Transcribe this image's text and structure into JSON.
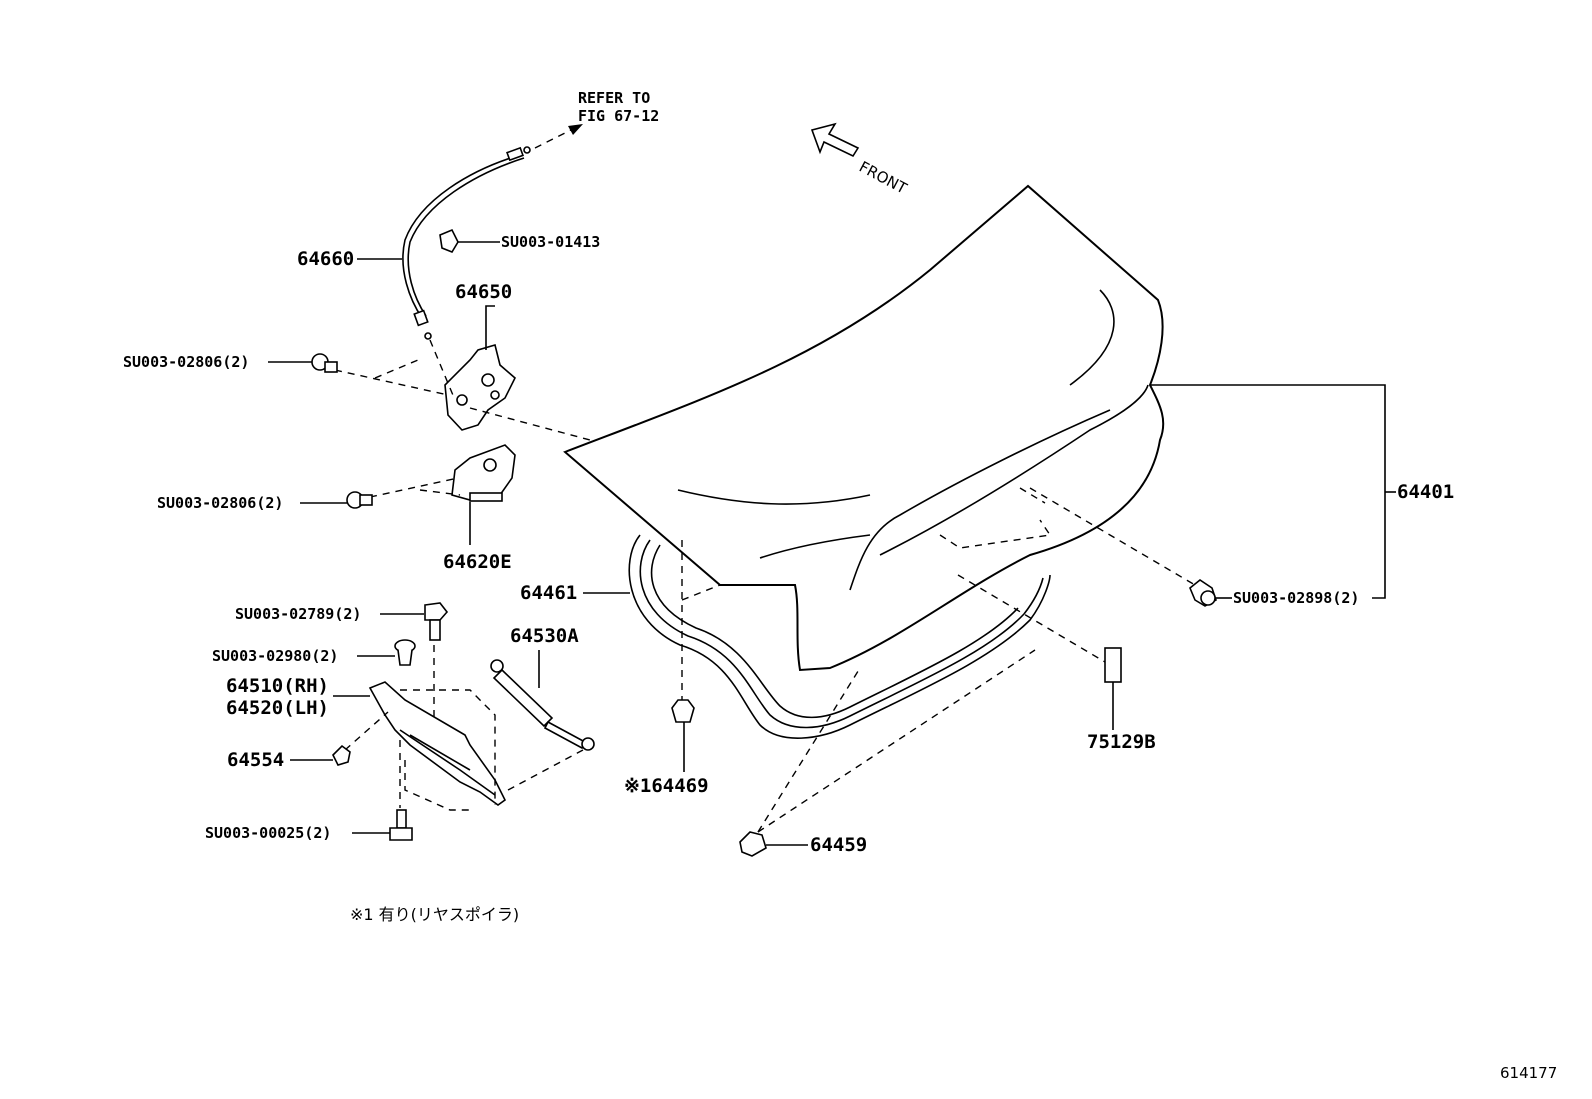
{
  "refer_note": {
    "line1": "REFER TO",
    "line2": "FIG 67-12"
  },
  "front_label": "FRONT",
  "labels": {
    "p64660": "64660",
    "su01413": "SU003-01413",
    "p64650": "64650",
    "su02806_a": "SU003-02806(2)",
    "su02806_b": "SU003-02806(2)",
    "p64620E": "64620E",
    "p64461": "64461",
    "su02789": "SU003-02789(2)",
    "p64530A": "64530A",
    "su02980": "SU003-02980(2)",
    "p64510": "64510(RH)",
    "p64520": "64520(LH)",
    "p64554": "64554",
    "p64469": "※164469",
    "su00025": "SU003-00025(2)",
    "p64459": "64459",
    "p64401": "64401",
    "su02898": "SU003-02898(2)",
    "p75129B": "75129B"
  },
  "footnote": "※1 有り(リヤスポイラ)",
  "figure_number": "614177"
}
